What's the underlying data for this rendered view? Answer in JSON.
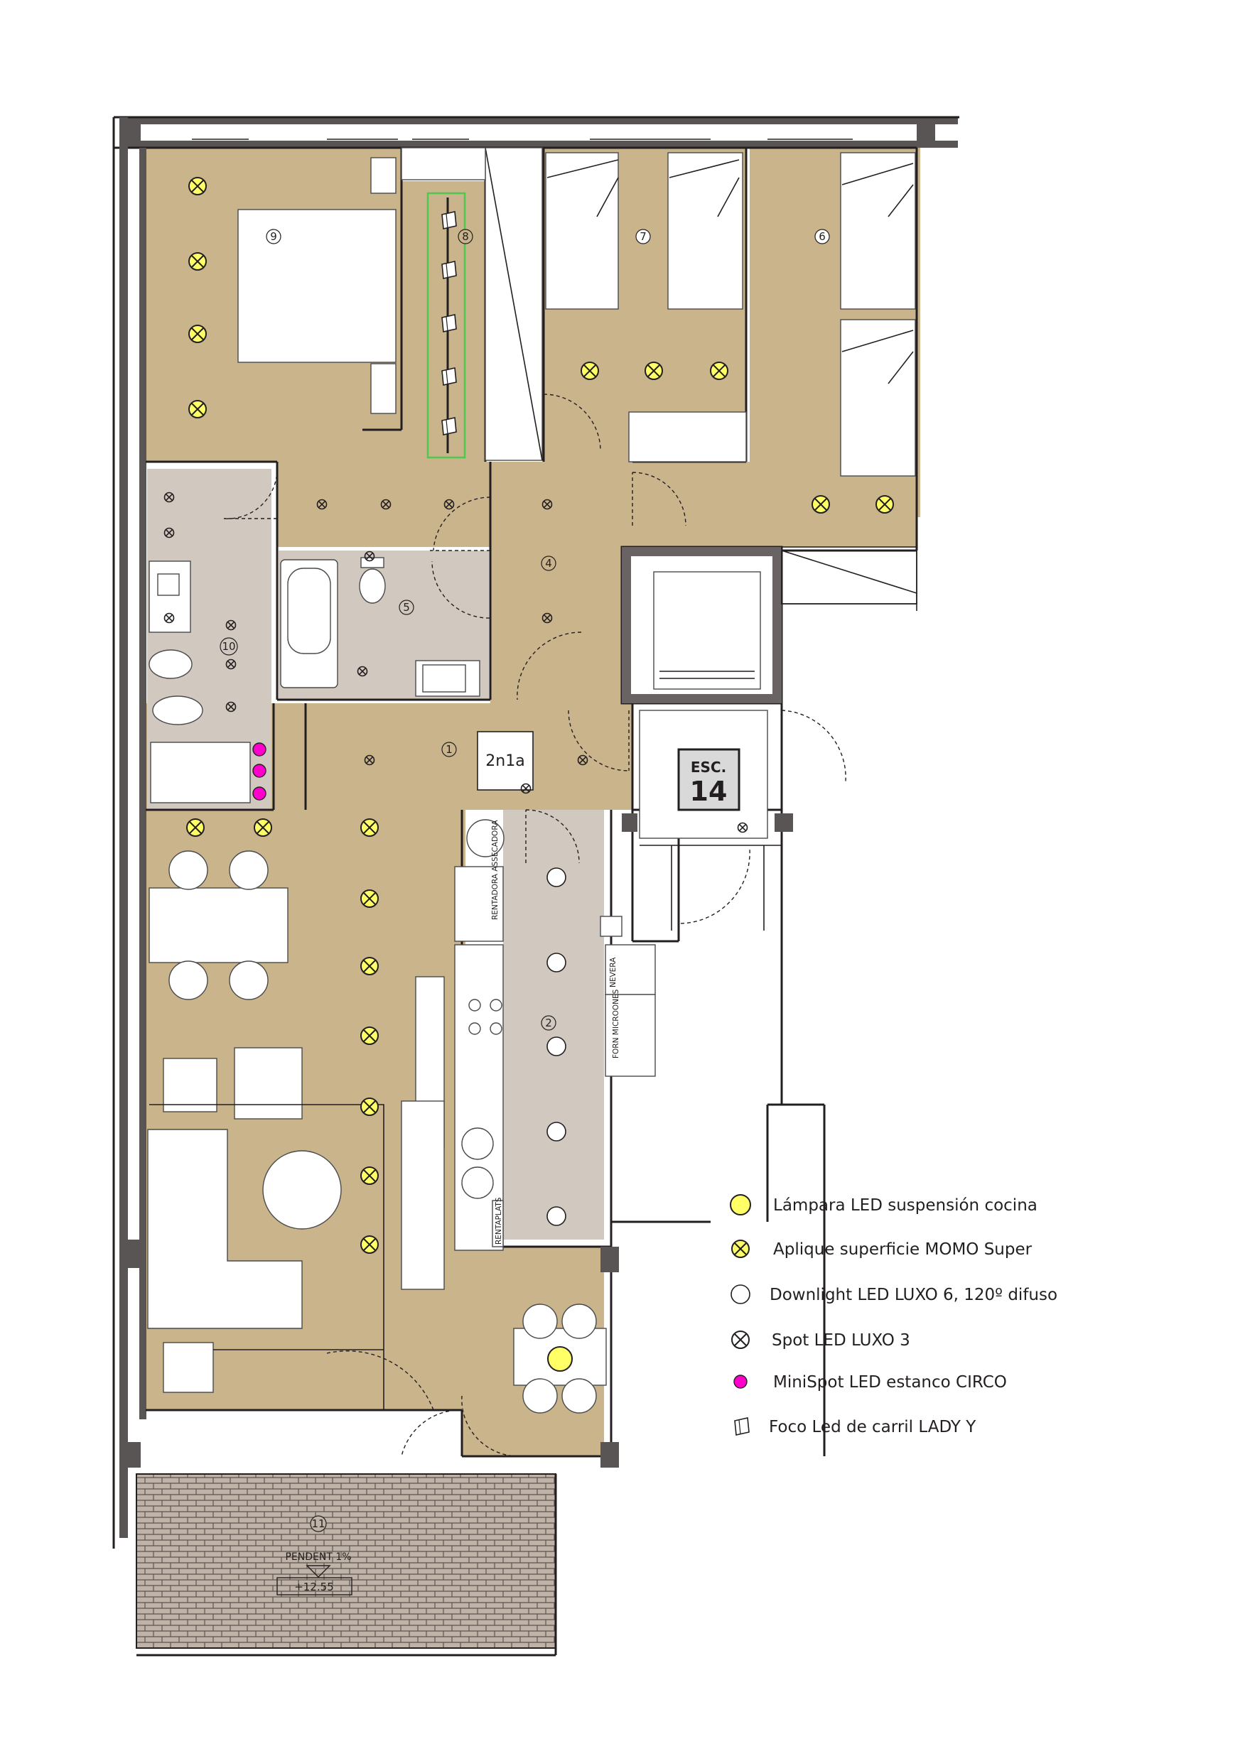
{
  "plan": {
    "room_numbers": [
      "9",
      "8",
      "7",
      "6",
      "4",
      "5",
      "10",
      "1",
      "2",
      "11"
    ],
    "unit_label": "2n1a",
    "stair": {
      "line1": "ESC.",
      "line2": "14"
    },
    "appliance_labels": {
      "washer_dryer": "RENTADORA ASSECADORA",
      "fridge": "NEVERA",
      "oven_microwave": "FORN MICROONES",
      "dishwasher": "RENTAPLATS"
    },
    "terrace": {
      "slope": "PENDENT 1%",
      "level": "+12.55"
    }
  },
  "legend": {
    "items": [
      {
        "symbol": "kitchen-pendant",
        "label": "Lámpara LED suspensión cocina"
      },
      {
        "symbol": "wall-light",
        "label": "Aplique superficie MOMO Super"
      },
      {
        "symbol": "downlight",
        "label": "Downlight LED LUXO 6, 120º difuso"
      },
      {
        "symbol": "spot",
        "label": "Spot LED LUXO 3"
      },
      {
        "symbol": "minispot",
        "label": "MiniSpot LED estanco CIRCO"
      },
      {
        "symbol": "track-spot",
        "label": "Foco Led de carril LADY Y"
      }
    ]
  },
  "colors": {
    "floor": "#c9b48c",
    "wet_floor": "#d1c8bf",
    "pendant_yellow": "#ffff66",
    "minispot_magenta": "#ff00cc",
    "track_highlight": "#4ec94e",
    "terrace_brick": "#bfb3a8"
  }
}
